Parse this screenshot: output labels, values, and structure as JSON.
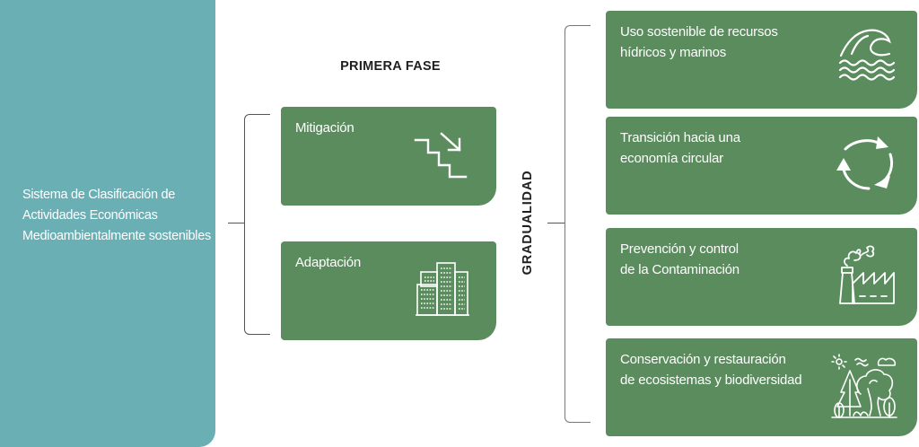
{
  "root": {
    "label": "Sistema de Clasificación de Actividades Económicas Medioambientalmente sostenibles"
  },
  "first_phase": {
    "title": "PRIMERA FASE",
    "items": [
      {
        "label": "Mitigación",
        "icon": "stairs-down-arrow-icon"
      },
      {
        "label": "Adaptación",
        "icon": "buildings-icon"
      }
    ]
  },
  "gradual": {
    "title": "GRADUALIDAD",
    "items": [
      {
        "label_line1": "Uso sostenible de recursos",
        "label_line2": "hídricos y marinos",
        "icon": "wave-icon"
      },
      {
        "label_line1": "Transición hacia una",
        "label_line2": "economía circular",
        "icon": "recycle-arrows-icon"
      },
      {
        "label_line1": "Prevención y control",
        "label_line2": "de la Contaminación",
        "icon": "factory-icon"
      },
      {
        "label_line1": "Conservación y restauración",
        "label_line2": "de ecosistemas y biodiversidad",
        "icon": "forest-icon"
      }
    ]
  },
  "colors": {
    "root_panel": "#6aafb4",
    "card": "#5b8c5e",
    "connector": "#555555"
  }
}
